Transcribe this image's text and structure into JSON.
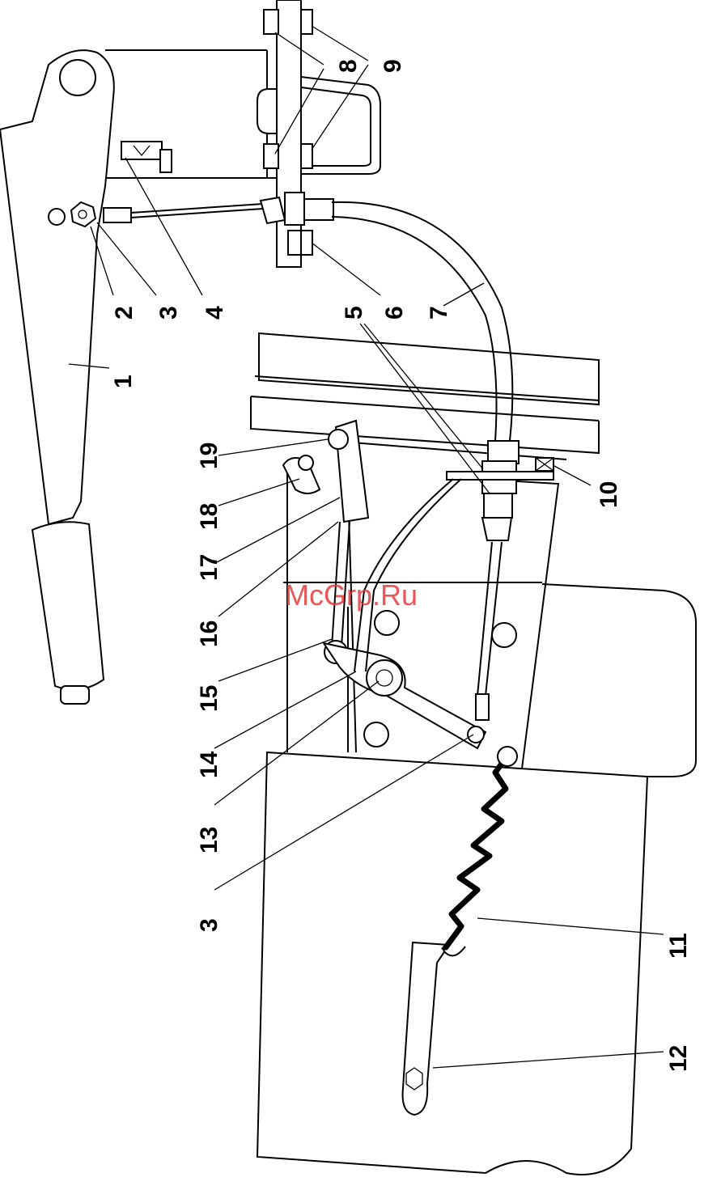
{
  "watermark": "McGrp.Ru",
  "callouts": [
    "1",
    "2",
    "3",
    "4",
    "5",
    "6",
    "7",
    "8",
    "9",
    "10",
    "11",
    "12",
    "13",
    "14",
    "15",
    "16",
    "17",
    "18",
    "19",
    "3"
  ]
}
